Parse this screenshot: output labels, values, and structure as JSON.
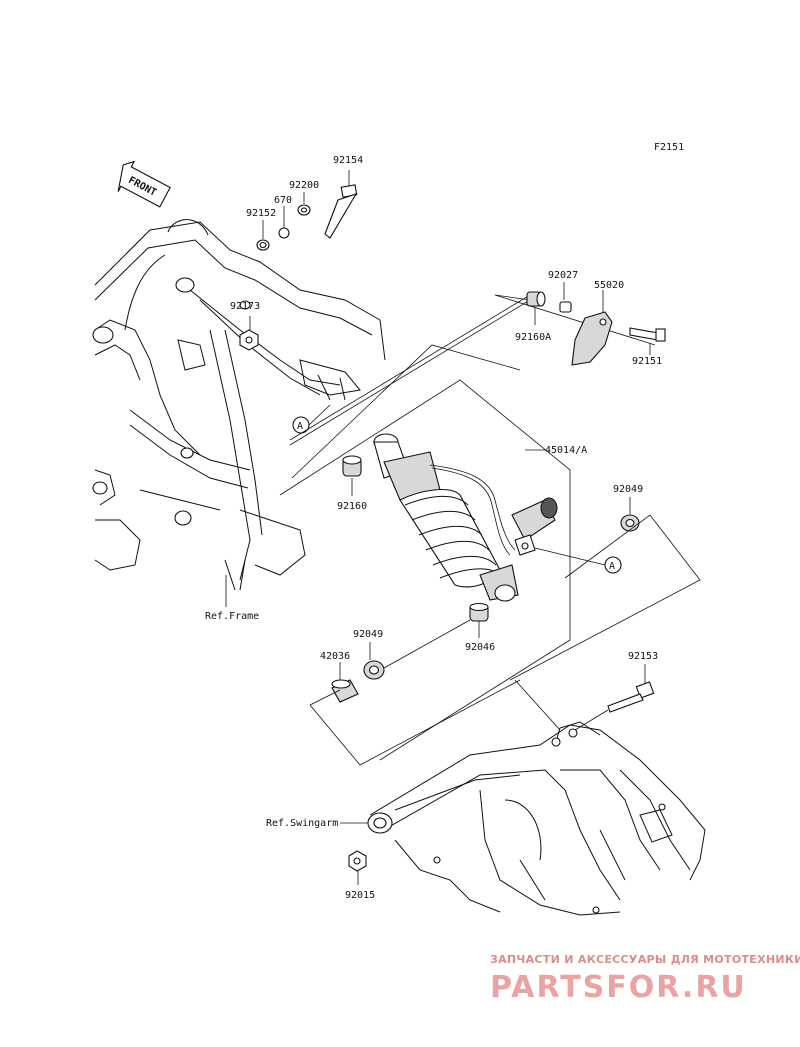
{
  "diagram_code": "F2151",
  "front_label": "FRONT",
  "ref_labels": {
    "frame": "Ref.Frame",
    "swingarm": "Ref.Swingarm"
  },
  "marker": "A",
  "parts": {
    "p92154": "92154",
    "p92200": "92200",
    "p670": "670",
    "p92152": "92152",
    "p92173": "92173",
    "p92027": "92027",
    "p55020": "55020",
    "p92160A": "92160A",
    "p92151": "92151",
    "p45014": "45014/A",
    "p92160": "92160",
    "p92049a": "92049",
    "p92046": "92046",
    "p92049b": "92049",
    "p42036": "42036",
    "p92153": "92153",
    "p92015": "92015"
  },
  "watermark": {
    "tagline": "ЗАПЧАСТИ И АКСЕССУАРЫ ДЛЯ МОТОТЕХНИКИ",
    "brand": "PARTSFOR.RU"
  },
  "colors": {
    "line": "#111111",
    "watermark": "#e08a8a"
  }
}
